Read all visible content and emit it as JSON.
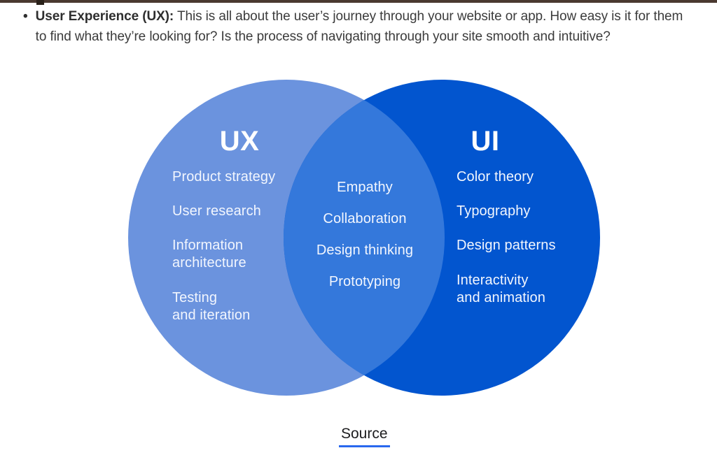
{
  "intro": {
    "bullet": "•",
    "lead": "User Experience (UX):",
    "body": " This is all about the user’s journey through your website or app. How easy is it for them to find what they’re looking for? Is the process of navigating through your site smooth and intuitive?"
  },
  "venn": {
    "left": {
      "title": "UX",
      "items": [
        "Product strategy",
        "User research",
        "Information\narchitecture",
        "Testing\nand iteration"
      ]
    },
    "overlap": {
      "items": [
        "Empathy",
        "Collaboration",
        "Design thinking",
        "Prototyping"
      ]
    },
    "right": {
      "title": "UI",
      "items": [
        "Color theory",
        "Typography",
        "Design patterns",
        "Interactivity\nand animation"
      ]
    },
    "colors": {
      "left": "#6B93DE",
      "overlap": "#3478DB",
      "right": "#0255CF"
    }
  },
  "footer": {
    "source_label": "Source",
    "link_underline_color": "#2968EE"
  },
  "top_bar_color": "#4A3930"
}
